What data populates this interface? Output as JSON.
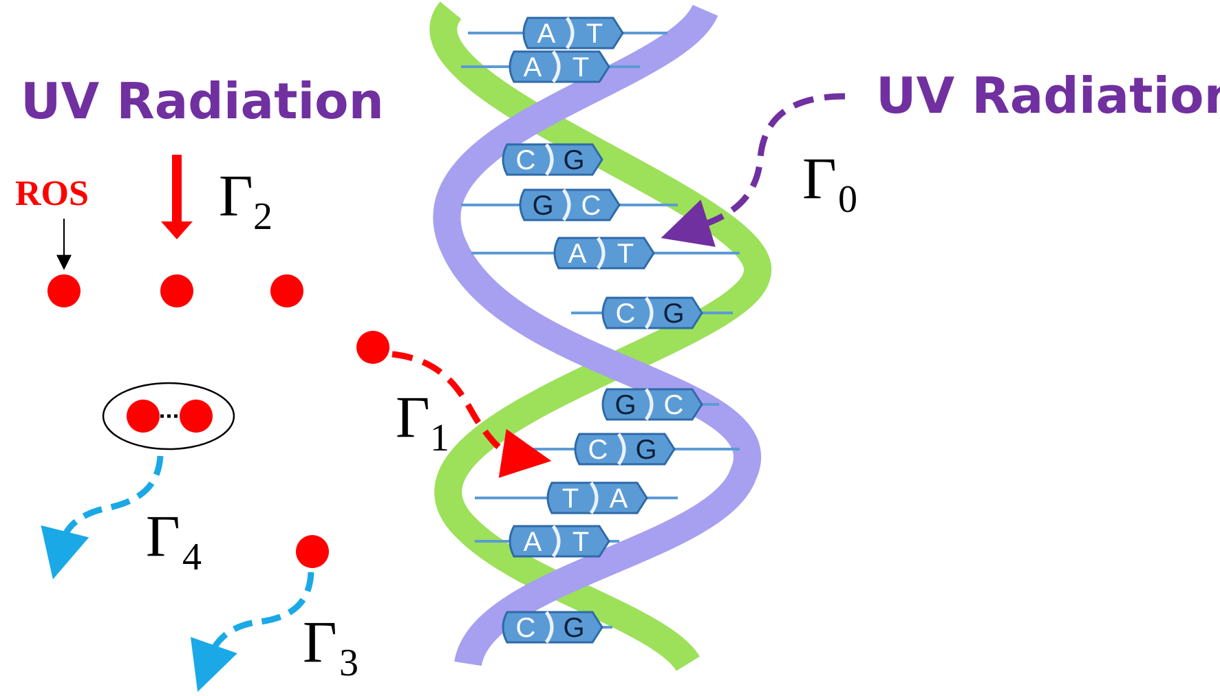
{
  "labels": {
    "uv_left": "UV Radiation",
    "uv_right": "UV Radiation",
    "ros": "ROS",
    "gamma_symbol": "Γ",
    "gamma0_sub": "0",
    "gamma1_sub": "1",
    "gamma2_sub": "2",
    "gamma3_sub": "3",
    "gamma4_sub": "4"
  },
  "colors": {
    "uv_purple": "#7030a0",
    "ros_red": "#ff0000",
    "particle_red": "#ff0000",
    "diffusion_blue": "#1aa9e6",
    "strand_green": "#9de05a",
    "strand_lavender": "#a79ff0",
    "base_fill": "#5b9bd5",
    "base_stroke": "#2e6aa8",
    "base_line": "#5b9bd5"
  },
  "base_pairs": [
    {
      "left": "A",
      "right": "T"
    },
    {
      "left": "A",
      "right": "T"
    },
    {
      "left": "C",
      "right": "G"
    },
    {
      "left": "G",
      "right": "C"
    },
    {
      "left": "A",
      "right": "T"
    },
    {
      "left": "C",
      "right": "G"
    },
    {
      "left": "G",
      "right": "C"
    },
    {
      "left": "C",
      "right": "G"
    },
    {
      "left": "T",
      "right": "A"
    },
    {
      "left": "A",
      "right": "T"
    },
    {
      "left": "C",
      "right": "G"
    }
  ]
}
